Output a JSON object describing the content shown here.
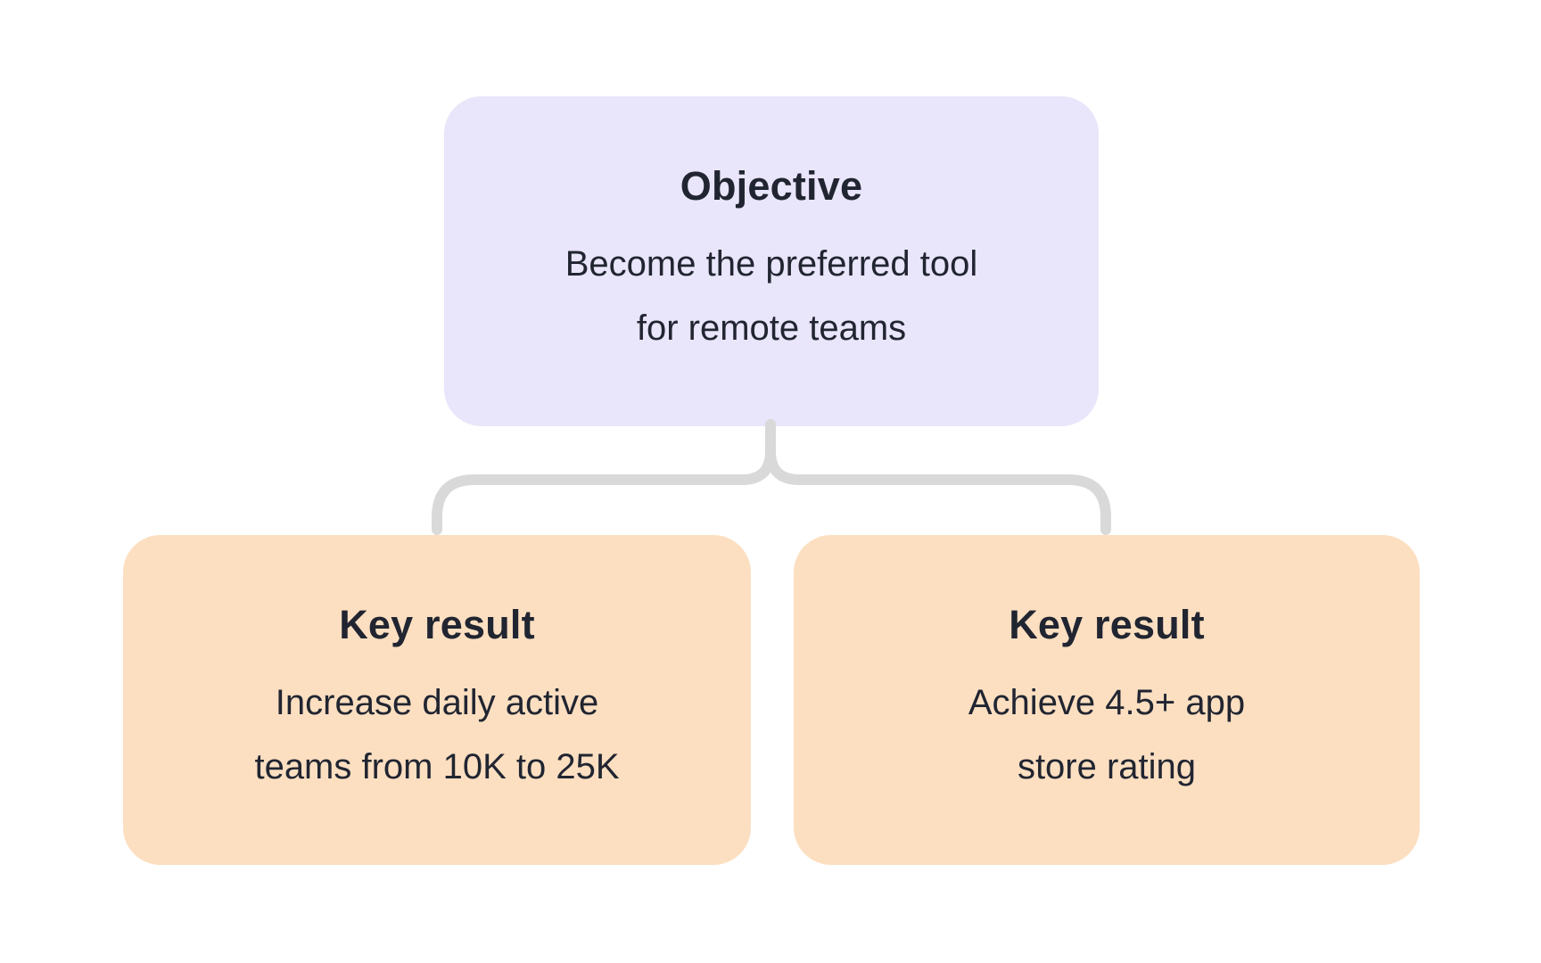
{
  "diagram": {
    "objective": {
      "title": "Objective",
      "lines": [
        "Become the preferred tool",
        "for remote teams"
      ]
    },
    "key_results": [
      {
        "title": "Key result",
        "lines": [
          "Increase daily active",
          "teams from 10K to 25K"
        ]
      },
      {
        "title": "Key result",
        "lines": [
          "Achieve 4.5+ app",
          "store rating"
        ]
      }
    ]
  },
  "colors": {
    "bg": "#ffffff",
    "objective-fill": "#e9e5fa",
    "key-fill": "#fcdfc1",
    "connector": "#d9d9d9",
    "text": "#212531"
  }
}
